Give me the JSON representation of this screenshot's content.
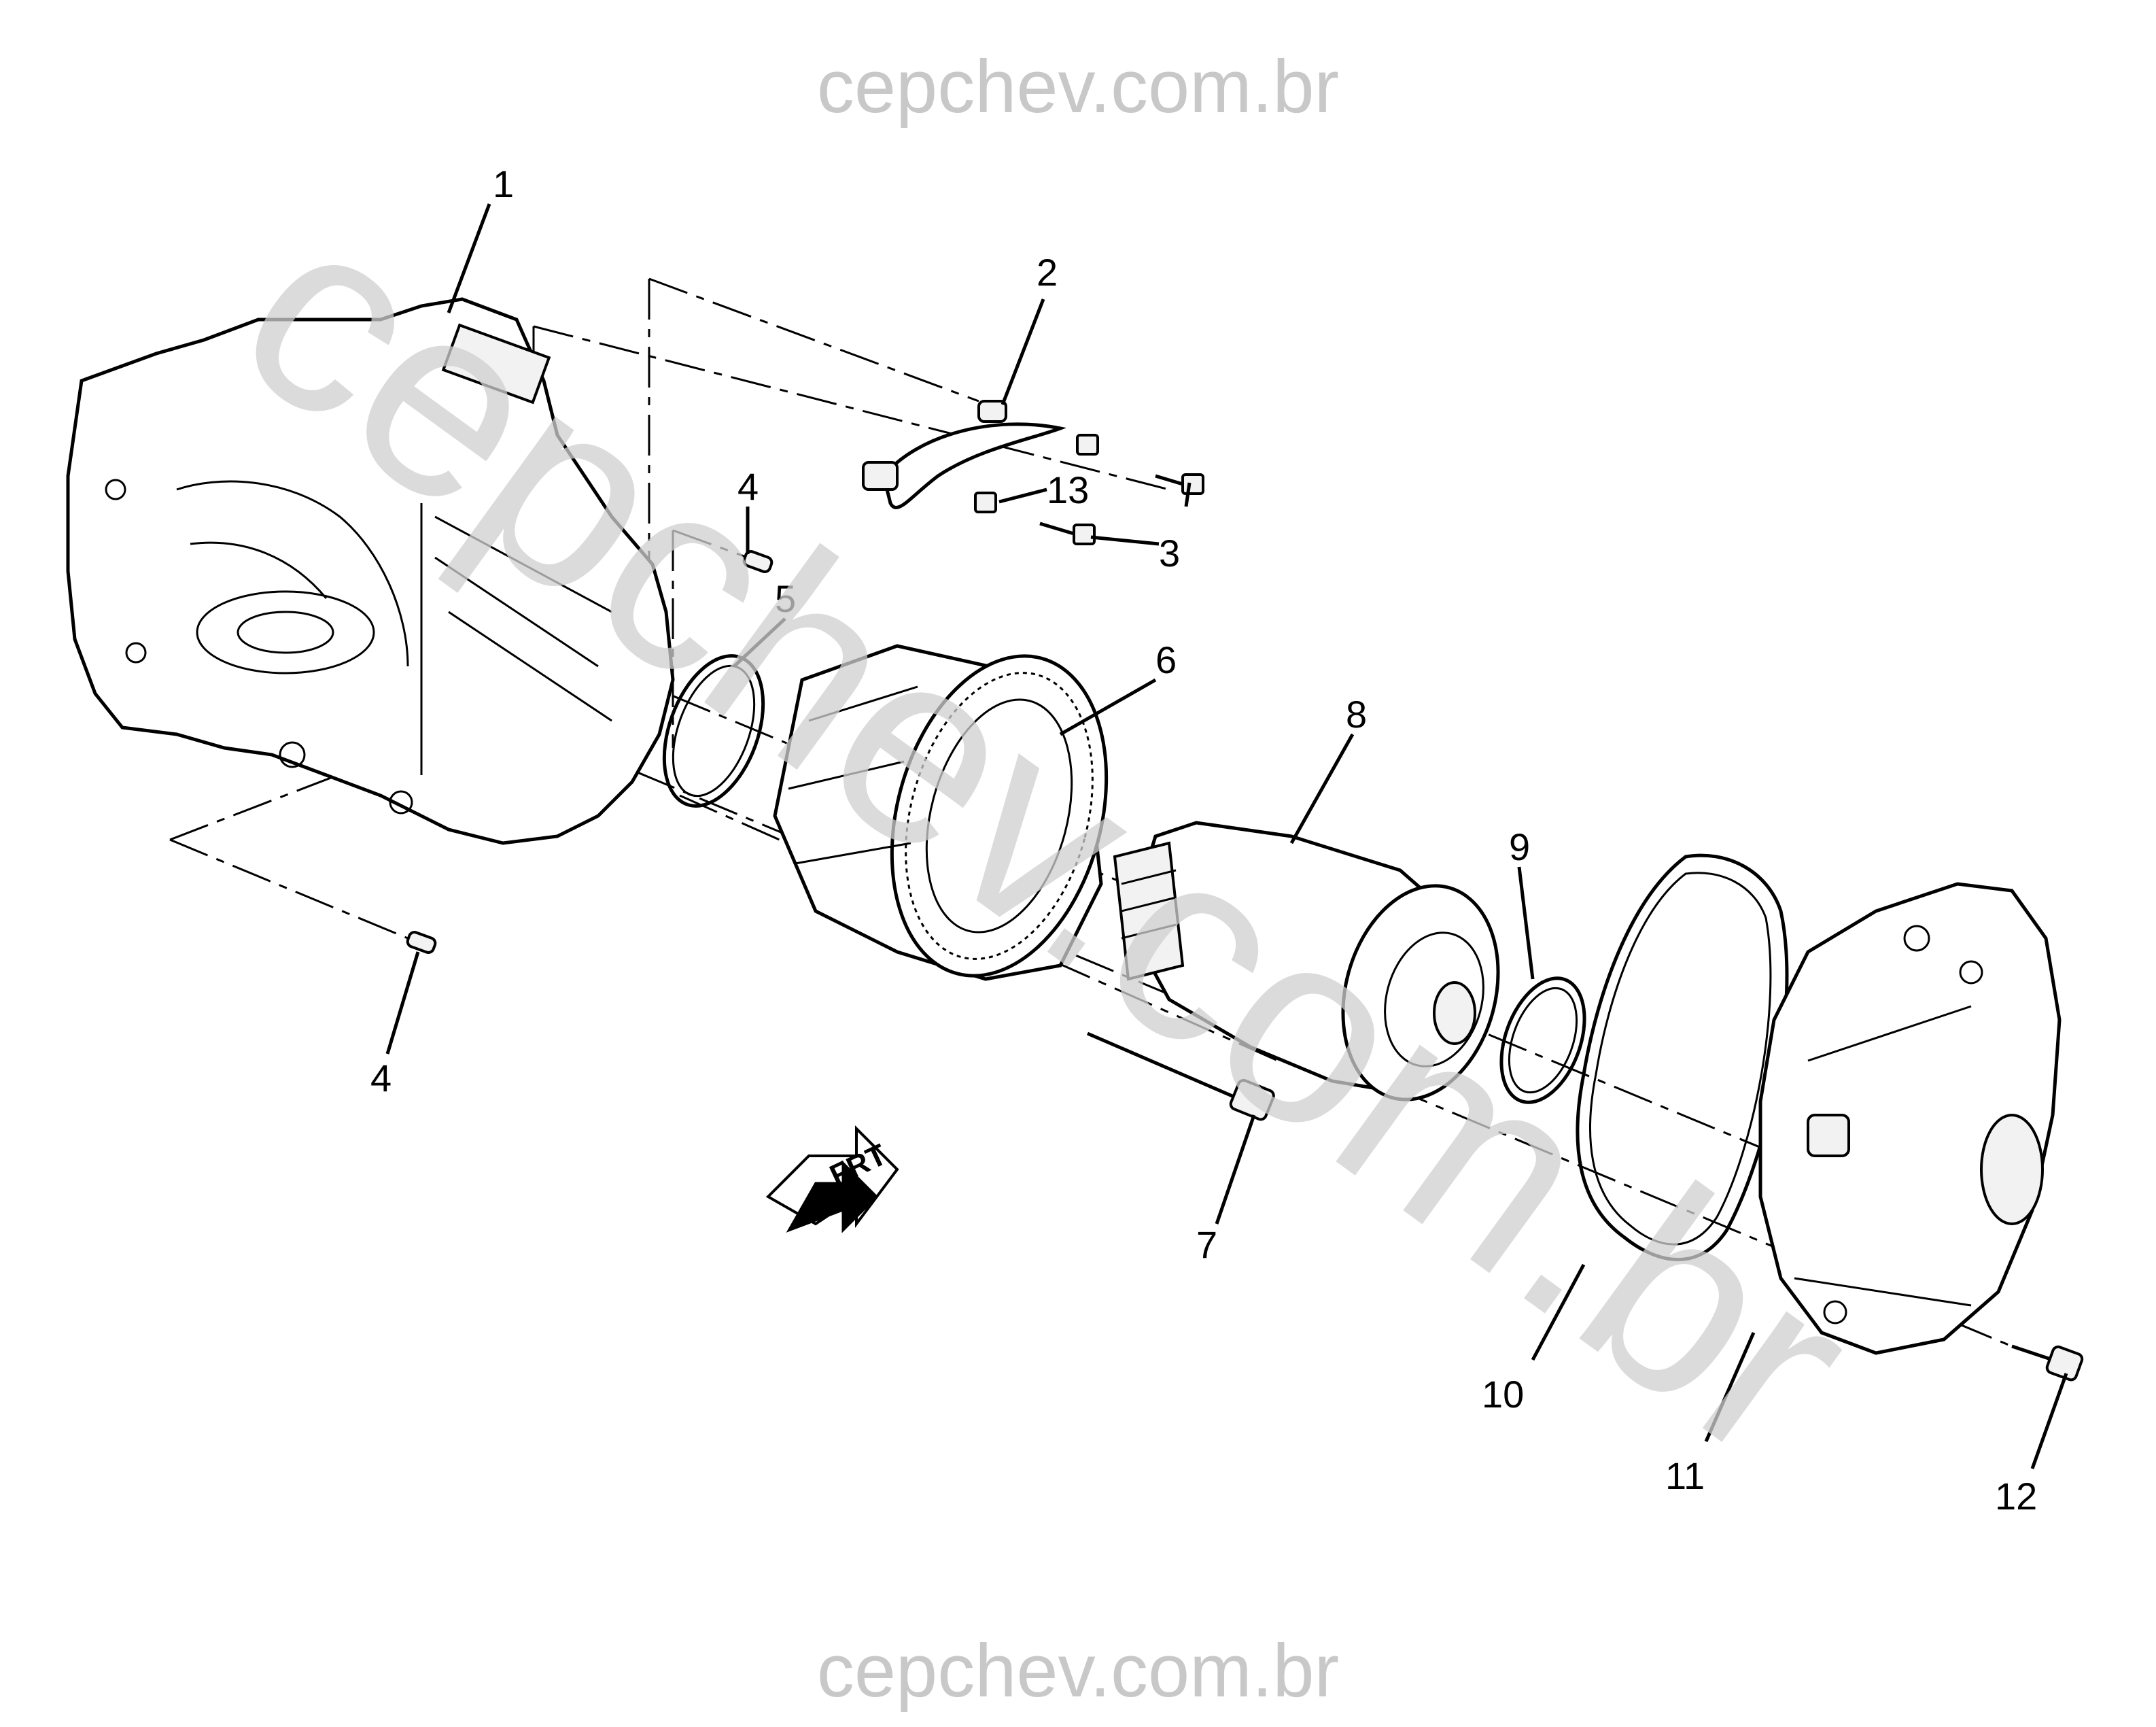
{
  "watermark": {
    "top": "cepchev.com.br",
    "bottom": "cepchev.com.br",
    "diagonal": "cepchev.com.br"
  },
  "direction_badge": {
    "label": "FRT",
    "icon": "front-direction-arrow-icon"
  },
  "callouts": [
    {
      "id": "1",
      "label": "1"
    },
    {
      "id": "2",
      "label": "2"
    },
    {
      "id": "3",
      "label": "3"
    },
    {
      "id": "4a",
      "label": "4"
    },
    {
      "id": "4b",
      "label": "4"
    },
    {
      "id": "5",
      "label": "5"
    },
    {
      "id": "6",
      "label": "6"
    },
    {
      "id": "7",
      "label": "7"
    },
    {
      "id": "8",
      "label": "8"
    },
    {
      "id": "9",
      "label": "9"
    },
    {
      "id": "10",
      "label": "10"
    },
    {
      "id": "11",
      "label": "11"
    },
    {
      "id": "12",
      "label": "12"
    },
    {
      "id": "13",
      "label": "13"
    }
  ]
}
